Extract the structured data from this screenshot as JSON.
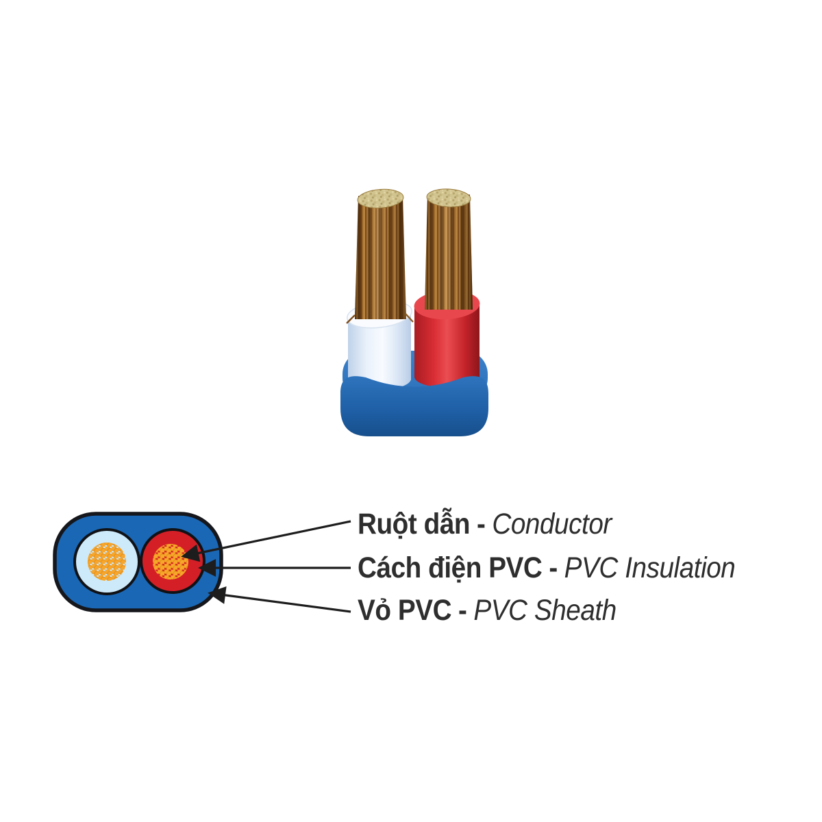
{
  "illustration": {
    "subject": "flat-twin-pvc-cable",
    "colors": {
      "sheath_blue": "#1a67b5",
      "sheath_blue_3d": "#2b70b9",
      "insulation_red": "#d51f27",
      "insulation_white": "#f4f8fe",
      "insulation_circle_light_blue": "#cdeafb",
      "conductor_strand_orange": "#f7a62b",
      "copper": "#9c6827",
      "copper_cut_face_tan": "#d2c48f",
      "outline_black": "#15171c",
      "callout_black": "#1d1d1d"
    }
  },
  "legend": {
    "text_color": "#2e2e2e",
    "items": [
      {
        "vi": "Ruột dẫn",
        "sep": "-",
        "en": "Conductor"
      },
      {
        "vi": "Cách điện PVC",
        "sep": "-",
        "en": "PVC Insulation"
      },
      {
        "vi": "Vỏ PVC",
        "sep": "-",
        "en": "PVC Sheath"
      }
    ]
  }
}
